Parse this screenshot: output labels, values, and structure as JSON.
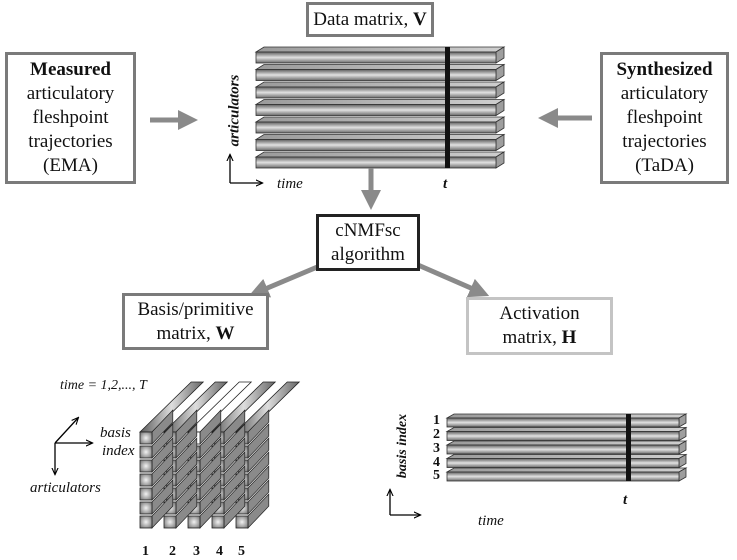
{
  "data_matrix": {
    "label": "Data matrix, ",
    "symbol": "V"
  },
  "measured": {
    "bold": "Measured",
    "lines": [
      "articulatory",
      "fleshpoint",
      "trajectories",
      "(EMA)"
    ]
  },
  "synthesized": {
    "bold": "Synthesized",
    "lines": [
      "articulatory",
      "fleshpoint",
      "trajectories",
      "(TaDA)"
    ]
  },
  "algorithm": {
    "lines": [
      "cNMFsc",
      "algorithm"
    ]
  },
  "basis": {
    "line1": "Basis/primitive",
    "line2": "matrix, ",
    "symbol": "W"
  },
  "activation": {
    "line1": "Activation",
    "line2": "matrix, ",
    "symbol": "H"
  },
  "top_axes": {
    "y": "articulators",
    "x": "time",
    "t": "t"
  },
  "cube_axes": {
    "top": "time = 1,2,..., T",
    "basis1": "basis",
    "basis2": "index",
    "articulators": "articulators"
  },
  "cube_columns": [
    "1",
    "2",
    "3",
    "4",
    "5"
  ],
  "act_axes": {
    "y": "basis index",
    "x": "time",
    "t": "t"
  },
  "act_rows": [
    "1",
    "2",
    "3",
    "4",
    "5"
  ],
  "colors": {
    "gray_border": "#7a7a7a",
    "dark_border": "#222222",
    "light_border": "#c4c4c4",
    "arrow": "#8a8a8a"
  }
}
